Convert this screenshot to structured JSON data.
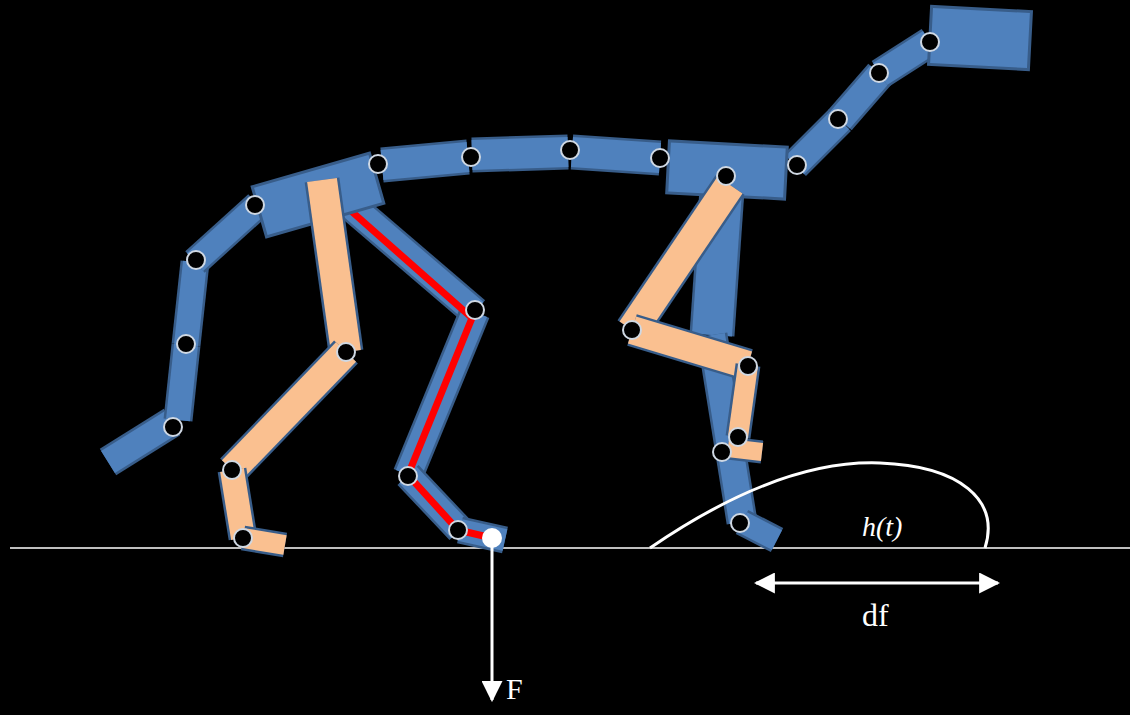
{
  "diagram": {
    "labels": [
      "h(t)",
      "df",
      "F"
    ]
  }
}
